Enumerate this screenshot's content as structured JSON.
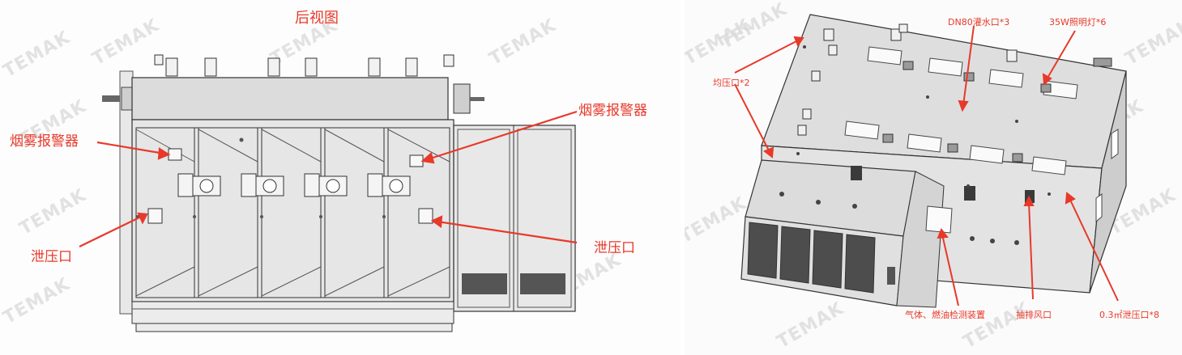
{
  "watermark": "TEMAK",
  "left_view": {
    "title": "后视图",
    "labels": {
      "smoke_alarm_left": "烟雾报警器",
      "smoke_alarm_right": "烟雾报警器",
      "relief_port_left": "泄压口",
      "relief_port_right": "泄压口"
    }
  },
  "right_view": {
    "labels": {
      "water_inlet": "DN80灌水口*3",
      "lighting": "35W照明灯*6",
      "equalizing_port": "均压口*2",
      "gas_detector": "气体、燃油检测装置",
      "exhaust_port": "抽排风口",
      "relief_port_area": "0.3㎡泄压口*8"
    }
  },
  "colors": {
    "annotation": "#e8392a",
    "frame_line": "#333333",
    "panel_fill": "#e4e4e4",
    "top_fill": "#d4d4d4",
    "watermark": "#d9d9d9"
  }
}
